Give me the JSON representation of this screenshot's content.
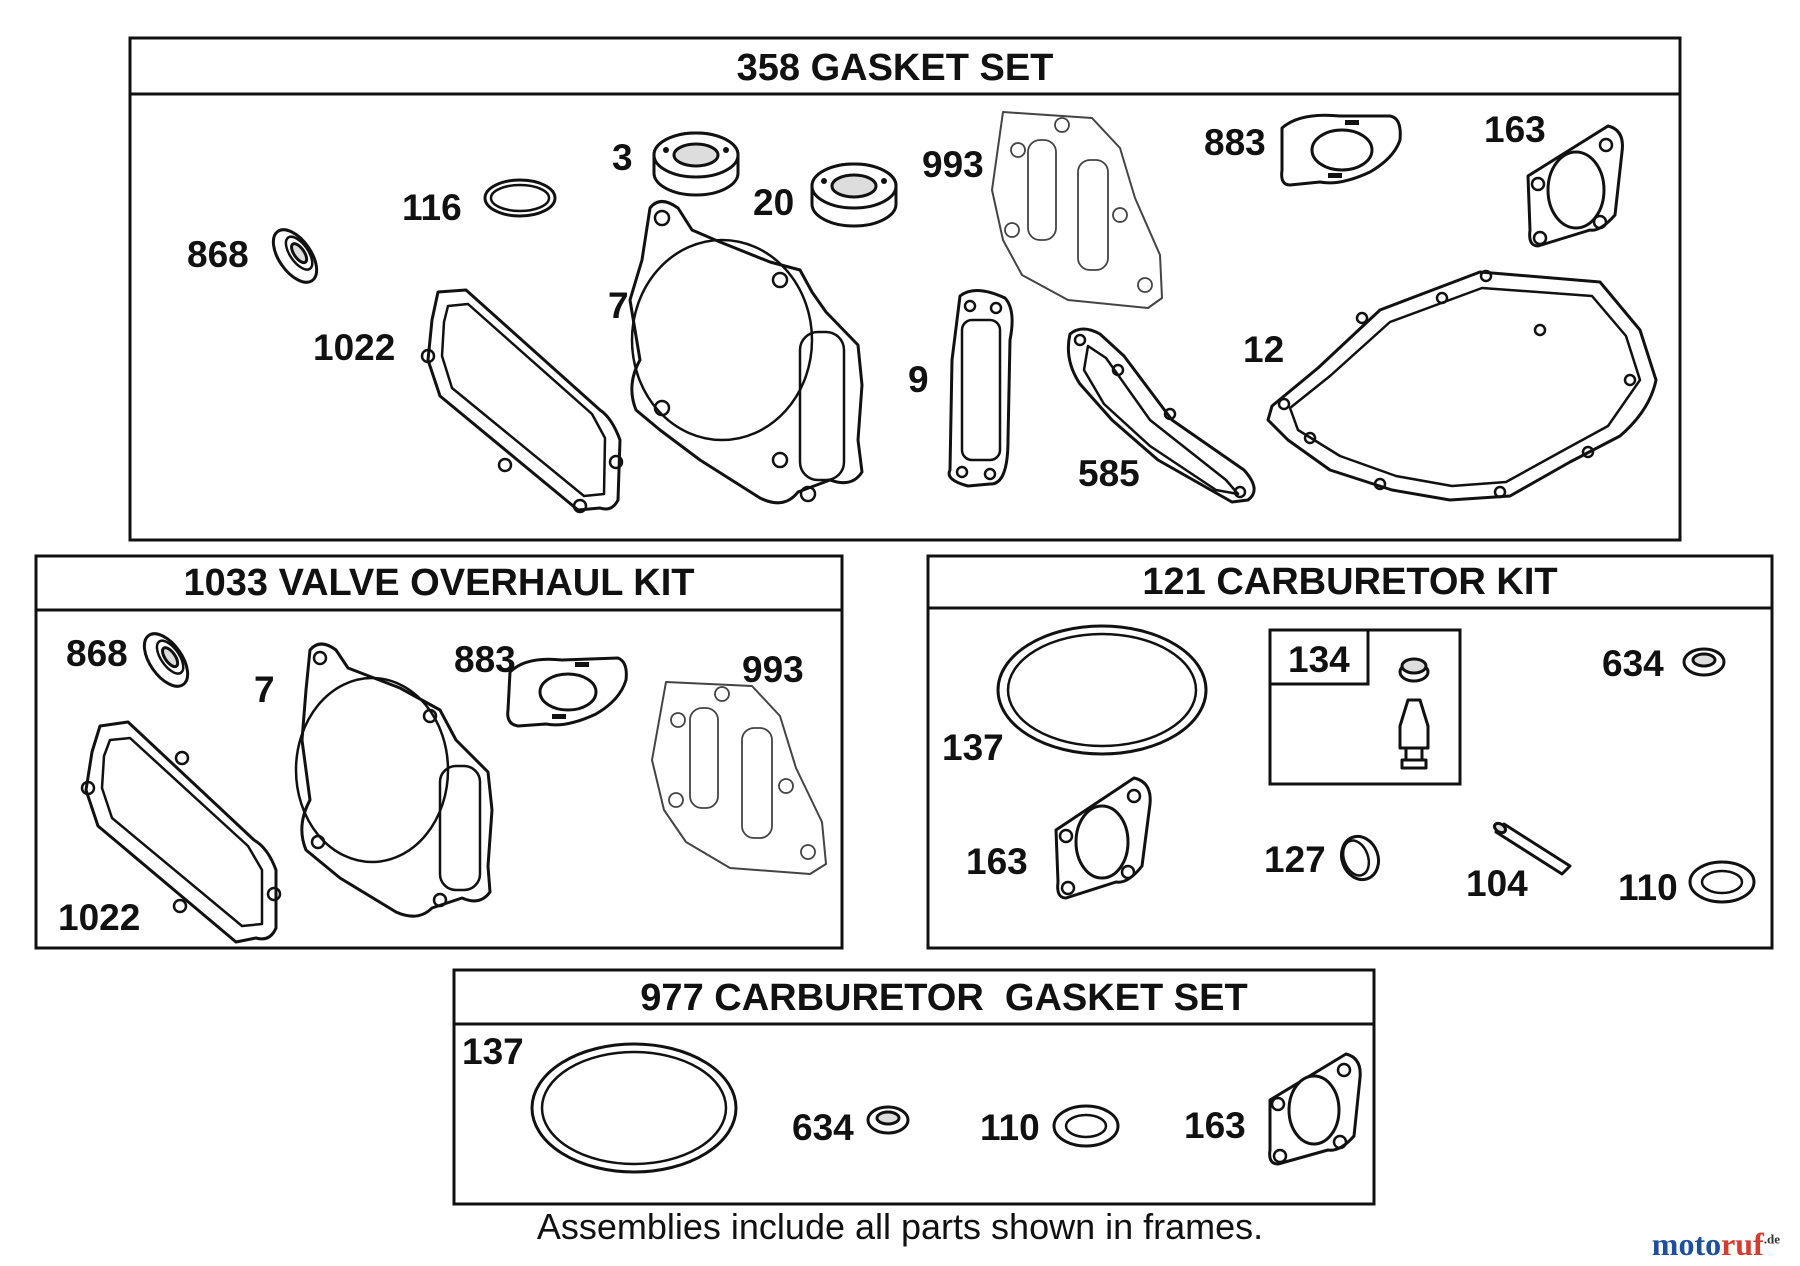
{
  "frames": {
    "gasket_set": {
      "title": "358 GASKET SET",
      "labels": [
        "116",
        "3",
        "20",
        "993",
        "883",
        "163",
        "868",
        "7",
        "1022",
        "9",
        "585",
        "12"
      ]
    },
    "valve_overhaul_kit": {
      "title": "1033 VALVE OVERHAUL KIT",
      "labels": [
        "868",
        "7",
        "883",
        "993",
        "1022"
      ]
    },
    "carburetor_kit": {
      "title": "121 CARBURETOR KIT",
      "labels": [
        "134",
        "634",
        "137",
        "163",
        "127",
        "104",
        "110"
      ]
    },
    "carburetor_gasket_set": {
      "title": "977 CARBURETOR  GASKET SET",
      "labels": [
        "137",
        "634",
        "110",
        "163"
      ]
    }
  },
  "footnote": "Assemblies include all parts shown in frames.",
  "brand": {
    "name": "motoruf",
    "suffix": ".de"
  },
  "icons": [
    "head-gasket-icon",
    "valve-cover-gasket-icon",
    "oil-seal-icon",
    "o-ring-icon",
    "intake-gasket-icon",
    "carburetor-flange-gasket-icon",
    "crankcase-gasket-icon",
    "breather-gasket-icon",
    "float-bowl-gasket-icon",
    "needle-valve-icon",
    "welch-plug-icon",
    "pin-icon",
    "washer-icon"
  ]
}
